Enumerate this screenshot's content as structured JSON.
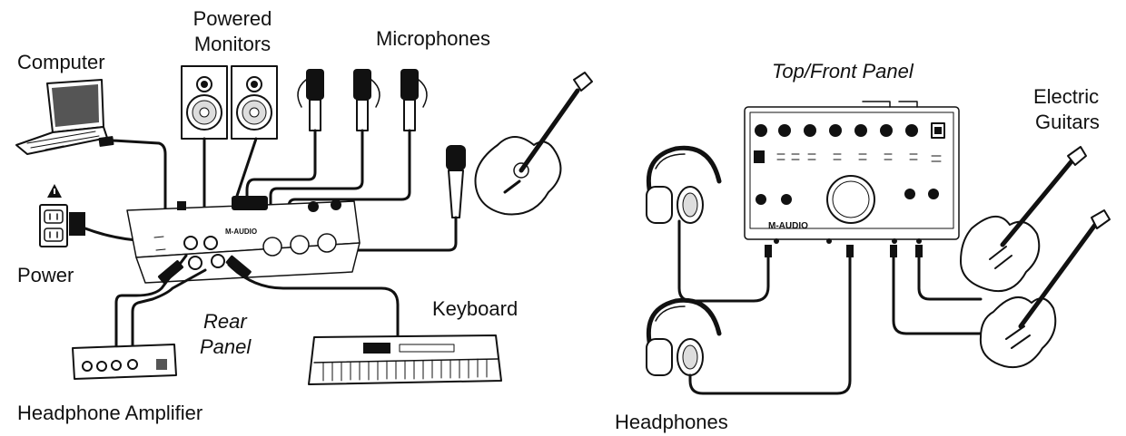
{
  "labels": {
    "computer": "Computer",
    "powered_monitors_line1": "Powered",
    "powered_monitors_line2": "Monitors",
    "microphones": "Microphones",
    "power": "Power",
    "rear_panel_line1": "Rear",
    "rear_panel_line2": "Panel",
    "keyboard": "Keyboard",
    "headphone_amplifier": "Headphone Amplifier",
    "top_front_panel": "Top/Front Panel",
    "electric_guitars_line1": "Electric",
    "electric_guitars_line2": "Guitars",
    "headphones": "Headphones"
  },
  "device": {
    "brand_rear": "M-AUDIO",
    "brand_front": "M-AUDIO"
  }
}
